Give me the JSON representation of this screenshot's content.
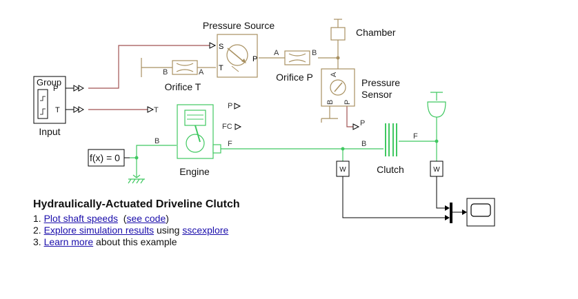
{
  "blocks": {
    "pressure_source": "Pressure Source",
    "chamber": "Chamber",
    "orifice_t": "Orifice T",
    "orifice_p": "Orifice P",
    "pressure_sensor_line1": "Pressure",
    "pressure_sensor_line2": "Sensor",
    "group_input_top": "Group",
    "group_input_name": "Input",
    "engine": "Engine",
    "clutch": "Clutch",
    "constant": "f(x) = 0"
  },
  "ports": {
    "ps_s": "S",
    "ps_t": "T",
    "ps_p": "P",
    "op_a": "A",
    "op_b": "B",
    "ot_b": "B",
    "ot_a": "A",
    "sens_a": "A",
    "sens_b": "B",
    "sens_p": "P",
    "group_p": "P",
    "group_t": "T",
    "goto_t": "T",
    "goto_p": "P",
    "goto_fc": "FC",
    "goto_p2": "P",
    "engine_b": "B",
    "engine_f": "F",
    "clutch_b": "B",
    "clutch_f": "F",
    "w1": "W",
    "w2": "W"
  },
  "description": {
    "title": "Hydraulically-Actuated Driveline Clutch",
    "items": [
      {
        "num": "1.",
        "link1": "Plot shaft speeds",
        "mid": "  (",
        "link2": "see code",
        "end": ")"
      },
      {
        "num": "2.",
        "link1": "Explore simulation results",
        "mid": " using ",
        "link2": "sscexplore",
        "end": ""
      },
      {
        "num": "3.",
        "link1": "Learn more",
        "mid": " about this example",
        "link2": "",
        "end": ""
      }
    ]
  },
  "colors": {
    "hydraulic": "#a89060",
    "mechanical": "#3fc860",
    "signal": "#a05050",
    "block_edge": "#000000"
  }
}
